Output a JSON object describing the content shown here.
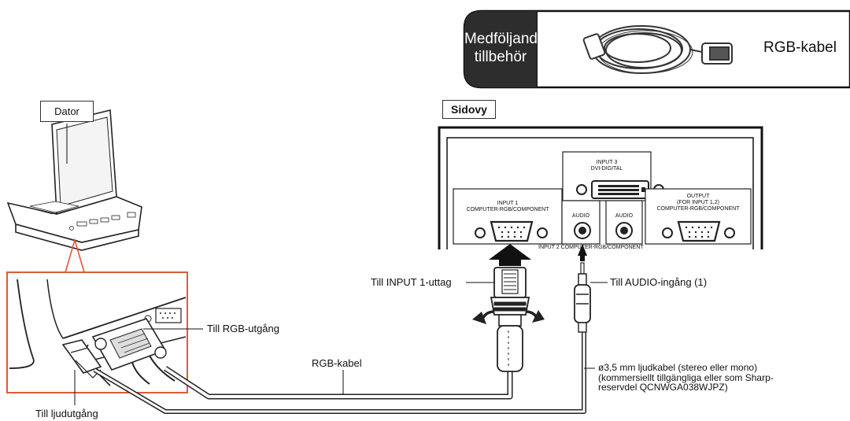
{
  "accessory": {
    "title_line1": "Medföljande",
    "title_line2": "tillbehör",
    "cable_name": "RGB-kabel"
  },
  "computer_label": "Dator",
  "side_view_label": "Sidovy",
  "panel": {
    "input3": "INPUT 3",
    "input3_sub": "DVI-DIGITAL",
    "input1": "INPUT 1",
    "input1_sub": "COMPUTER-RGB/COMPONENT",
    "audio": "AUDIO",
    "output": "OUTPUT",
    "output_sub1": "(FOR INPUT 1,2)",
    "output_sub2": "COMPUTER-RGB/COMPONENT",
    "input2": "INPUT 2",
    "input2_sub": "COMPUTER-RGB/COMPONENT"
  },
  "callouts": {
    "to_input1": "Till INPUT 1-uttag",
    "to_audio_in": "Till AUDIO-ingång (1)",
    "to_rgb_out": "Till RGB-utgång",
    "rgb_cable": "RGB-kabel",
    "audio_out": "Till ljudutgång",
    "audio_cable_line1": "ø3,5 mm ljudkabel (stereo eller mono)",
    "audio_cable_line2": "(kommersiellt tillgängliga eller som Sharp-",
    "audio_cable_line3": "reservdel QCNWGA038WJPZ)"
  }
}
